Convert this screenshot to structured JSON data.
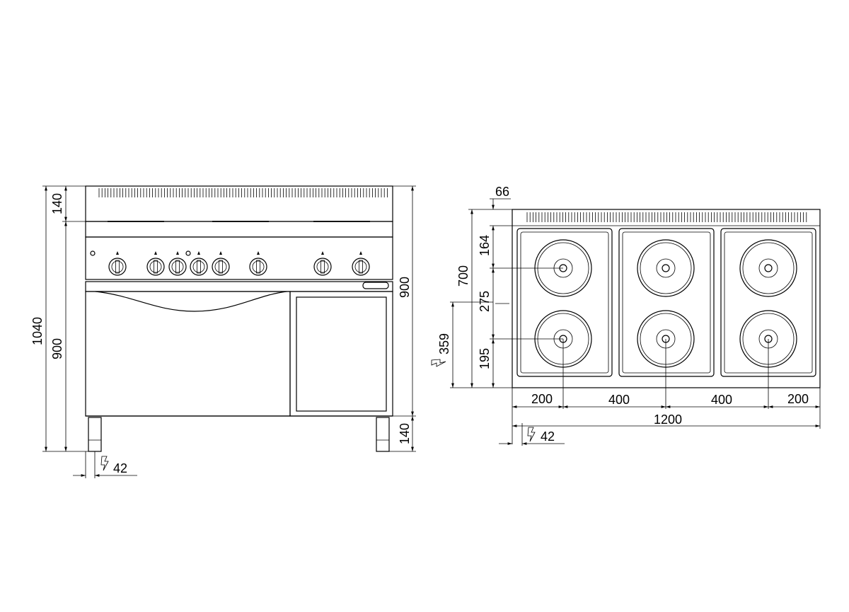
{
  "diagram": {
    "front_view": {
      "dimensions": {
        "overall_height": "1040",
        "backsplash_height": "140",
        "body_height": "900",
        "body_height_right": "900",
        "leg_height": "140",
        "power_inlet_offset": "42"
      },
      "knob_count": 8,
      "indicator_light_count": 2
    },
    "top_view": {
      "dimensions": {
        "backsplash_depth": "66",
        "overall_depth": "700",
        "rear_hotplate_offset": "164",
        "hotplate_row_spacing": "275",
        "front_hotplate_offset": "195",
        "power_inlet_height": "359",
        "edge_to_first_axis": "200",
        "axis_spacing_1": "400",
        "axis_spacing_2": "400",
        "last_axis_to_edge": "200",
        "overall_width": "1200",
        "power_inlet_side_offset": "42"
      },
      "hotplate_zones": 3,
      "hotplates_per_zone": 2
    },
    "symbols": {
      "power_inlet": "lightning-arrow-icon"
    }
  }
}
